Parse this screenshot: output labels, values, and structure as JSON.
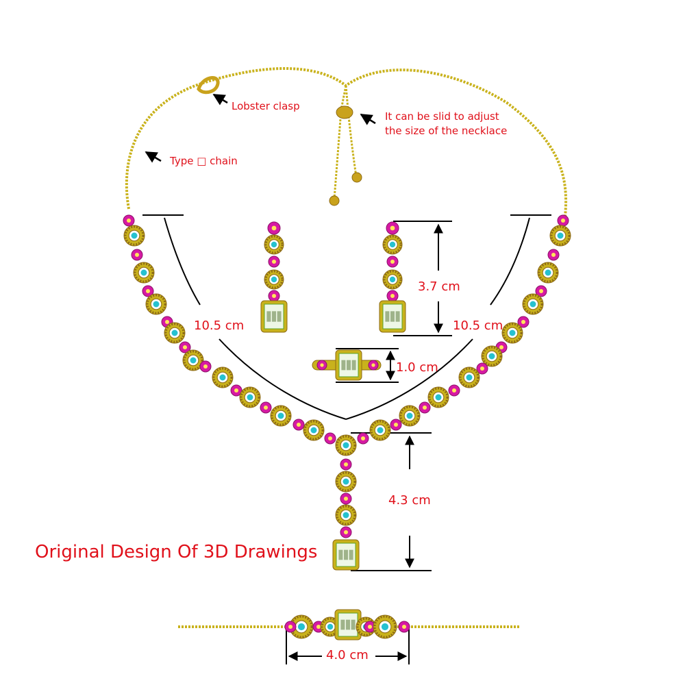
{
  "annotations": {
    "lobster_clasp": "Lobster clasp",
    "slide_line1": "It can be slid to adjust",
    "slide_line2": "the size of the necklace",
    "chain_type": "Type □ chain"
  },
  "dimensions": {
    "necklace_left": "10.5 cm",
    "necklace_right": "10.5 cm",
    "earring_length": "3.7 cm",
    "ring_height": "1.0 cm",
    "pendant_drop": "4.3 cm",
    "bracelet_width": "4.0 cm"
  },
  "caption": "Original Design Of 3D Drawings",
  "colors": {
    "label_red": "#e0101a",
    "gold": "#c9b21c",
    "gold_dark": "#8d6a16",
    "pink": "#d61aa3",
    "cyan": "#26c1d0",
    "green": "#5aa62a",
    "line": "#000000"
  }
}
